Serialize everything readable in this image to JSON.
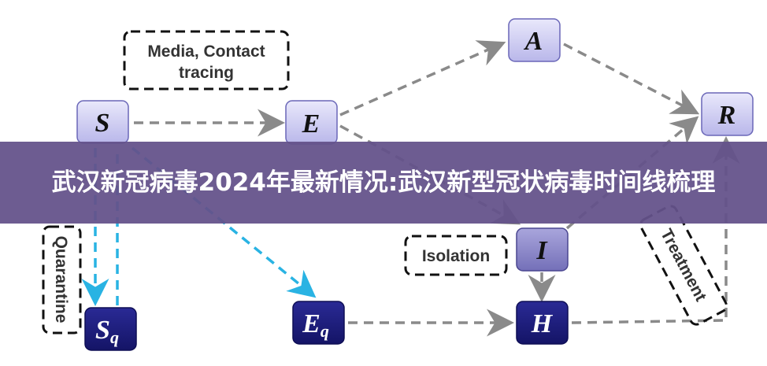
{
  "nodes": {
    "S": "S",
    "E": "E",
    "A": "A",
    "R": "R",
    "I": "I",
    "Sq_main": "S",
    "Sq_sub": "q",
    "Eq_main": "E",
    "Eq_sub": "q",
    "H": "H"
  },
  "labels": {
    "media_line1": "Media, Contact",
    "media_line2": "tracing",
    "quarantine": "Quarantine",
    "isolation": "Isolation",
    "treatment": "Treatment"
  },
  "banner": {
    "title": "武汉新冠病毒2024年最新情况:武汉新型冠状病毒时间线梳理"
  },
  "colors": {
    "light_node": "#c9c8f0",
    "mid_node": "#8f8bcc",
    "dark_node": "#1c1c80",
    "arrow_gray": "#8a8a8a",
    "arrow_cyan": "#29b3e3",
    "arrow_navy": "#1f3f8c",
    "banner": "#64528a"
  }
}
